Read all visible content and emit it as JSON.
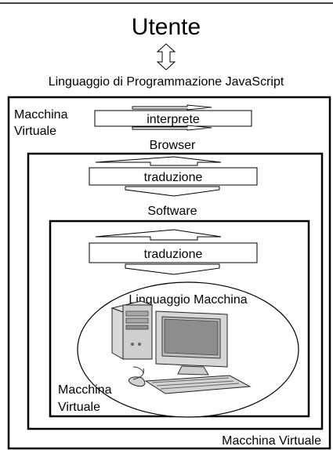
{
  "diagram": {
    "title": "Utente",
    "language": "Linguaggio di Programmazione JavaScript",
    "outer_vm_label_line1": "Macchina",
    "outer_vm_label_line2": "Virtuale",
    "interpreter_box": "interprete",
    "browser_label": "Browser",
    "translation_box_1": "traduzione",
    "software_label": "Software",
    "translation_box_2": "traduzione",
    "machine_language_label": "Linguaggio Macchina",
    "inner_vm_label_line1": "Macchina",
    "inner_vm_label_line2": "Virtuale",
    "bottom_vm_label": "Macchina Virtuale"
  }
}
